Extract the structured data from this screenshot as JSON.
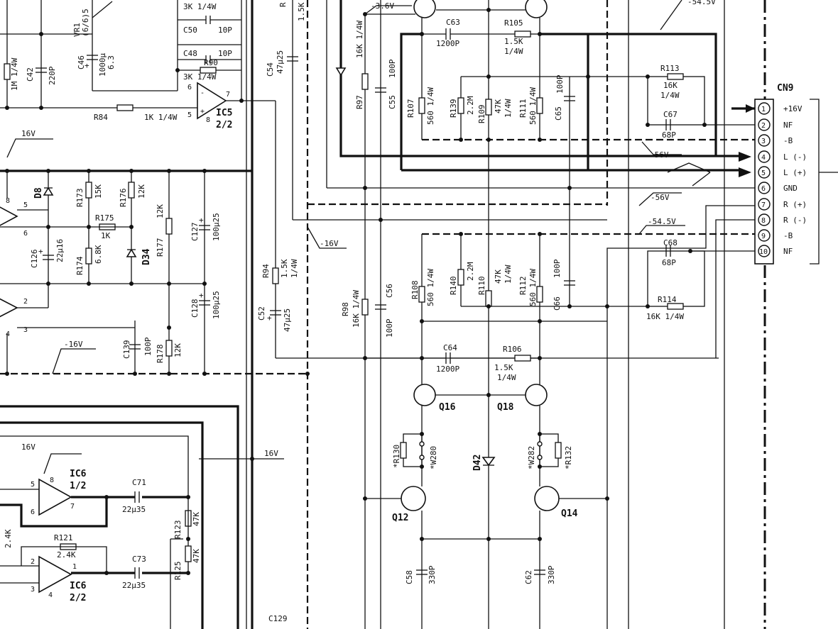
{
  "connector": {
    "name": "CN9",
    "pins": [
      {
        "num": "1",
        "label": "+16V"
      },
      {
        "num": "2",
        "label": "NF"
      },
      {
        "num": "3",
        "label": "-B"
      },
      {
        "num": "4",
        "label": "L (-)"
      },
      {
        "num": "5",
        "label": "L (+)"
      },
      {
        "num": "6",
        "label": "GND"
      },
      {
        "num": "7",
        "label": "R (+)"
      },
      {
        "num": "8",
        "label": "R (-)"
      },
      {
        "num": "9",
        "label": "-B"
      },
      {
        "num": "10",
        "label": "NF"
      }
    ]
  },
  "rails": {
    "v_neg3_6": "-3.6V",
    "v_neg54_5_top": "-54.5V",
    "v16_a": "16V",
    "v16_b": "16V",
    "v16_c": "16V",
    "v_neg16_a": "-16V",
    "v_neg16_b": "-16V",
    "v_neg56_a": "-56V",
    "v_neg56_b": "-56V",
    "v_neg54_5_b": "-54.5V"
  },
  "ics": {
    "ic5": {
      "name": "IC5",
      "unit": "2/2",
      "pins": [
        "6",
        "5",
        "7",
        "8"
      ]
    },
    "ic6a": {
      "name": "IC6",
      "unit": "1/2",
      "pins": [
        "5",
        "6",
        "7",
        "8"
      ]
    },
    "ic6b": {
      "name": "IC6",
      "unit": "2/2",
      "pins": [
        "2",
        "3",
        "1",
        "4"
      ]
    },
    "opL1": {
      "pins": [
        "8",
        "5",
        "6"
      ]
    },
    "opL2": {
      "pins": [
        "2",
        "3",
        "4"
      ]
    }
  },
  "components": {
    "vr1": [
      "VR1",
      "(6/6)5"
    ],
    "r_1m": "1M 1/4W",
    "c42": [
      "C42",
      "220P"
    ],
    "c46": [
      "C46",
      "1000μ",
      "6.3"
    ],
    "r_3k_top": "3K 1/4W",
    "c50": [
      "C50",
      "10P"
    ],
    "c48": [
      "C48",
      "10P"
    ],
    "r90": [
      "R90",
      "3K 1/4W"
    ],
    "r84": [
      "R84",
      "1K 1/4W"
    ],
    "c54": [
      "C54",
      "47μ25"
    ],
    "r_1_5k_top": "1.5K",
    "r_top": "R",
    "r97": [
      "R97",
      "16K 1/4W"
    ],
    "c55": [
      "C55",
      "100P"
    ],
    "c63": [
      "C63",
      "1200P"
    ],
    "r105": [
      "R105",
      "1.5K",
      "1/4W"
    ],
    "r107": [
      "R107",
      "560 1/4W"
    ],
    "r139": [
      "R139",
      "2.2M"
    ],
    "r109": [
      "R109",
      "47K",
      "1/4W"
    ],
    "r111": [
      "R111",
      "560 1/4W"
    ],
    "c65": [
      "C65",
      "100P"
    ],
    "r113": [
      "R113",
      "16K",
      "1/4W"
    ],
    "c67": [
      "C67",
      "68P"
    ],
    "d8": "D8",
    "r173": [
      "R173",
      "15K"
    ],
    "r176": [
      "R176",
      "12K"
    ],
    "r175": [
      "R175",
      "1K"
    ],
    "r174": [
      "R174",
      "6.8K"
    ],
    "d34": "D34",
    "r177": [
      "R177",
      "12K"
    ],
    "c127": [
      "C127",
      "100μ25"
    ],
    "c126": [
      "C126",
      "22μ16"
    ],
    "c128": [
      "C128",
      "100μ25"
    ],
    "c139": [
      "C139",
      "100P"
    ],
    "r178": [
      "R178",
      "12K"
    ],
    "r94": [
      "R94",
      "1.5K",
      "1/4W"
    ],
    "c52": [
      "C52",
      "47μ25"
    ],
    "r98": [
      "R98",
      "16K 1/4W"
    ],
    "c56": [
      "C56",
      "100P"
    ],
    "r108": [
      "R108",
      "560 1/4W"
    ],
    "r140": [
      "R140",
      "2.2M"
    ],
    "r110": [
      "R110",
      "47K",
      "1/4W"
    ],
    "r112": [
      "R112",
      "560 1/4W"
    ],
    "c66": [
      "C66",
      "100P"
    ],
    "c68": [
      "C68",
      "68P"
    ],
    "r114": [
      "R114",
      "16K 1/4W"
    ],
    "c64": [
      "C64",
      "1200P"
    ],
    "r106": [
      "R106",
      "1.5K",
      "1/4W"
    ],
    "q16": "Q16",
    "q18": "Q18",
    "r130": "*R130",
    "w280": "*W280",
    "d42": "D42",
    "w282": "*W282",
    "r132": "*R132",
    "q12": "Q12",
    "q14": "Q14",
    "c58": [
      "C58",
      "330P"
    ],
    "c62": [
      "C62",
      "330P"
    ],
    "c71": [
      "C71",
      "22μ35"
    ],
    "c73": [
      "C73",
      "22μ35"
    ],
    "r121": [
      "R121",
      "2.4K"
    ],
    "r_2_4k_left": "2.4K",
    "r123": [
      "R123",
      "47K"
    ],
    "r125": [
      "R125",
      "47K"
    ],
    "c129": "C129"
  }
}
